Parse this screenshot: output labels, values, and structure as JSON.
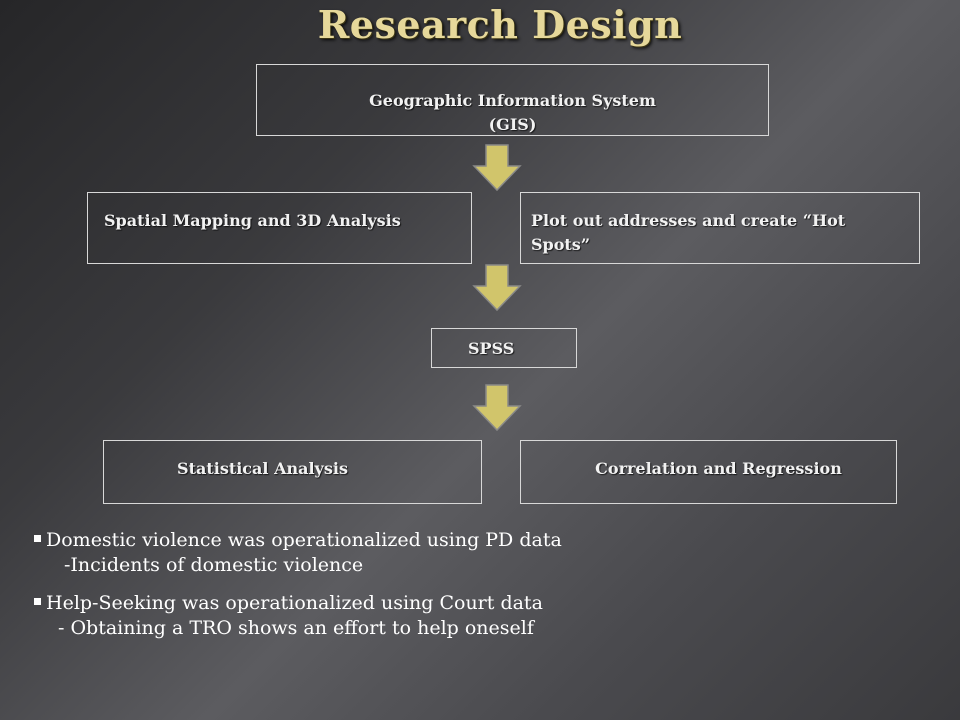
{
  "title": "Research Design",
  "flow": {
    "gis": {
      "line1": "Geographic Information System",
      "line2": "(GIS)"
    },
    "spatial": "Spatial Mapping and 3D Analysis",
    "plot": "Plot out addresses and create “Hot Spots”",
    "spss": "SPSS",
    "statistical": "Statistical Analysis",
    "correlation": "Correlation and Regression"
  },
  "bullets": [
    {
      "text": "Domestic violence was operationalized using PD data",
      "sub": "-Incidents of domestic violence"
    },
    {
      "text": "Help-Seeking was operationalized using Court data",
      "sub": "- Obtaining a TRO shows an effort to help oneself"
    }
  ],
  "colors": {
    "title": "#e6d89a",
    "arrow_fill": "#d1c56b",
    "arrow_stroke": "#8a8a88",
    "box_border": "#d8d8d8"
  }
}
